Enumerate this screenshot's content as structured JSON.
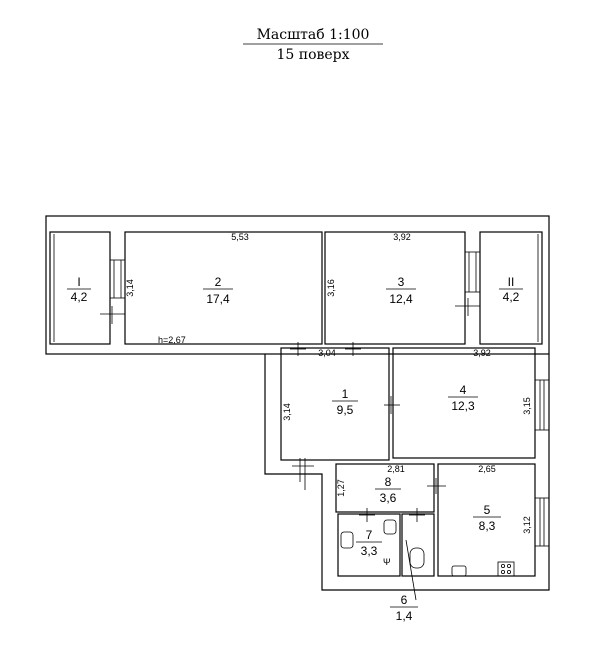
{
  "title": {
    "scale": "Масштаб 1:100",
    "floor": "15 поверх"
  },
  "rooms": [
    {
      "id": "I",
      "number": "I",
      "area": "4,2"
    },
    {
      "id": "2",
      "number": "2",
      "area": "17,4"
    },
    {
      "id": "3",
      "number": "3",
      "area": "12,4"
    },
    {
      "id": "II",
      "number": "II",
      "area": "4,2"
    },
    {
      "id": "1",
      "number": "1",
      "area": "9,5"
    },
    {
      "id": "4",
      "number": "4",
      "area": "12,3"
    },
    {
      "id": "8",
      "number": "8",
      "area": "3,6"
    },
    {
      "id": "7",
      "number": "7",
      "area": "3,3"
    },
    {
      "id": "5",
      "number": "5",
      "area": "8,3"
    },
    {
      "id": "6",
      "number": "6",
      "area": "1,4"
    }
  ],
  "dimensions": {
    "room2_width": "5,53",
    "room3_width": "3,92",
    "room2_depth": "3,14",
    "room3_depth": "3,16",
    "ceiling_height": "h=2,67",
    "room1_width": "3,04",
    "room4_width": "3,92",
    "room1_depth": "3,14",
    "room4_depth": "3,15",
    "room8_width": "2,81",
    "room5_width": "2,65",
    "room8_depth": "1,27",
    "room5_depth": "3,12"
  }
}
